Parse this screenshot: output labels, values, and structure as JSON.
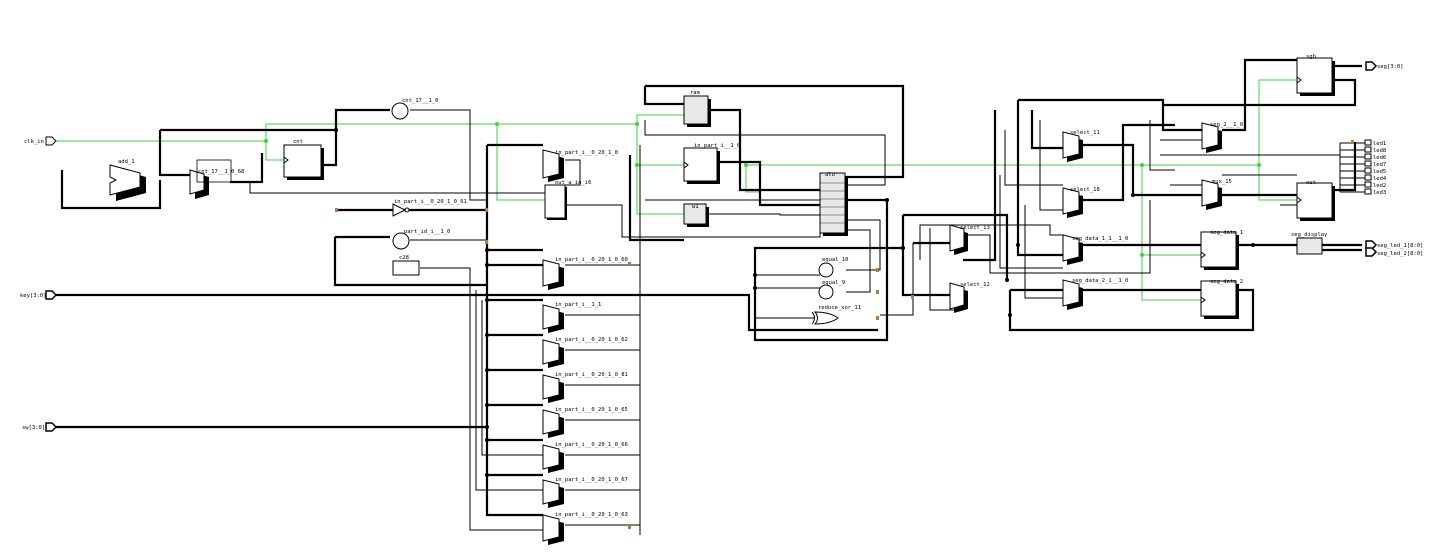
{
  "ports": {
    "clk_in": "clk_in",
    "key": "key[3:0]",
    "sw": "sw[3:0]",
    "seg": "seg[3:0]",
    "seg_led_1": "seg_led_1[8:0]",
    "seg_led_2": "seg_led_2[8:0]",
    "leds": [
      "led1",
      "led8",
      "led6",
      "led7",
      "led5",
      "led4",
      "led2",
      "led3"
    ]
  },
  "cells": {
    "add_1": "add_1",
    "cnt_17": "cnt_17__1_0_68",
    "cnt": "cnt",
    "cnt_17_0": "cnt_17__1_0",
    "in_part_i_0": "in_part_i__0_20_1_0",
    "out_a_in": "out_a_in_i6",
    "in_part_i_0_61": "in_part_i__0_20_1_0_61",
    "part_id": "part_id_i__1_0",
    "ctr": "c28",
    "in_part_0_60": "in_part_i__0_20_1_0_60",
    "in_part_1_1": "in_part_i__1_1",
    "in_part_0_62": "in_part_i__0_20_1_0_62",
    "in_part_0_81": "in_part_i__0_20_1_0_81",
    "in_part_0_65": "in_part_i__0_20_1_0_65",
    "in_part_0_66": "in_part_i__0_20_1_0_66",
    "in_part_0_67": "in_part_i__0_20_1_0_67",
    "in_part_0_63": "in_part_i__0_20_1_0_63",
    "ram": "ram",
    "in_part_i_1_0": "in_part_i__1_0",
    "w1": "w1",
    "alu": "alu",
    "equal_10": "equal_10",
    "equal_9": "equal_9",
    "reduce_xor": "reduce_xor_11",
    "select_11": "select_11",
    "select_18": "select_18",
    "select_13": "select_13",
    "select_12": "select_12",
    "seg_data_1_0": "seg_data_1_1__1_0",
    "seg_data_2_0": "seg_data_2_1__1_0",
    "seg_2": "seg_2__1_0",
    "mux_15": "mux_15",
    "seg_data_1": "seg_data_1",
    "seg_data_2": "seg_data_2",
    "seg_display": "seg_display",
    "sgb": "sgb",
    "out": "out"
  }
}
